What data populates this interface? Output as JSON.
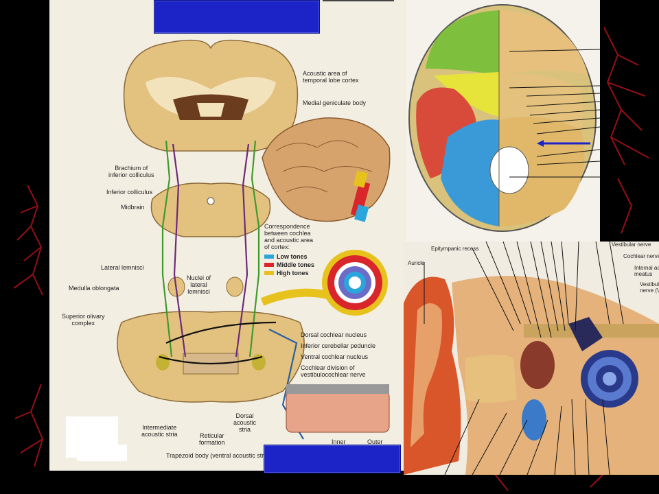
{
  "colors": {
    "low_tones": "#2aa6dc",
    "middle_tones": "#d8262a",
    "high_tones": "#e8c21c",
    "slide_bg": "#000000",
    "title_bar": "#1c24c8"
  },
  "pathway_labels": {
    "acoustic_area": "Acoustic area of\ntemporal lobe cortex",
    "medial_geniculate": "Medial geniculate body",
    "brachium": "Brachium of\ninferior colliculus",
    "inferior_colliculus": "Inferior colliculus",
    "midbrain": "Midbrain",
    "lateral_lemnisci": "Lateral lemnisci",
    "nuclei_lateral_lemnisci": "Nuclei of\nlateral\nlemnisci",
    "medulla": "Medulla oblongata",
    "superior_olivary": "Superior olivary\ncomplex",
    "dorsal_cochlear": "Dorsal cochlear nucleus",
    "inferior_cerebellar": "Inferior cerebellar peduncle",
    "ventral_cochlear": "Ventral cochlear nucleus",
    "cochlear_division": "Cochlear division of\nvestibulocochlear nerve",
    "intermediate_stria": "Intermediate\nacoustic stria",
    "reticular": "Reticular\nformation",
    "dorsal_stria": "Dorsal\nacoustic\nstria",
    "trapezoid": "Trapezoid body (ventral acoustic stria)",
    "inner": "Inner",
    "outer": "Outer"
  },
  "legend": {
    "heading": "Correspondence\nbetween cochlea\nand acoustic area\nof cortex:",
    "low": "Low tones",
    "middle": "Middle tones",
    "high": "High tones"
  },
  "ear_labels": {
    "epitympanic": "Epitympanic recess",
    "auricle": "Auricle",
    "vestibular_nerve": "Vestibular nerve",
    "cochlear_nerve": "Cochlear nerve",
    "internal_meatus": "Internal ac\nmeatus",
    "vestibul_nerve": "Vestibul\nnerve (V"
  }
}
